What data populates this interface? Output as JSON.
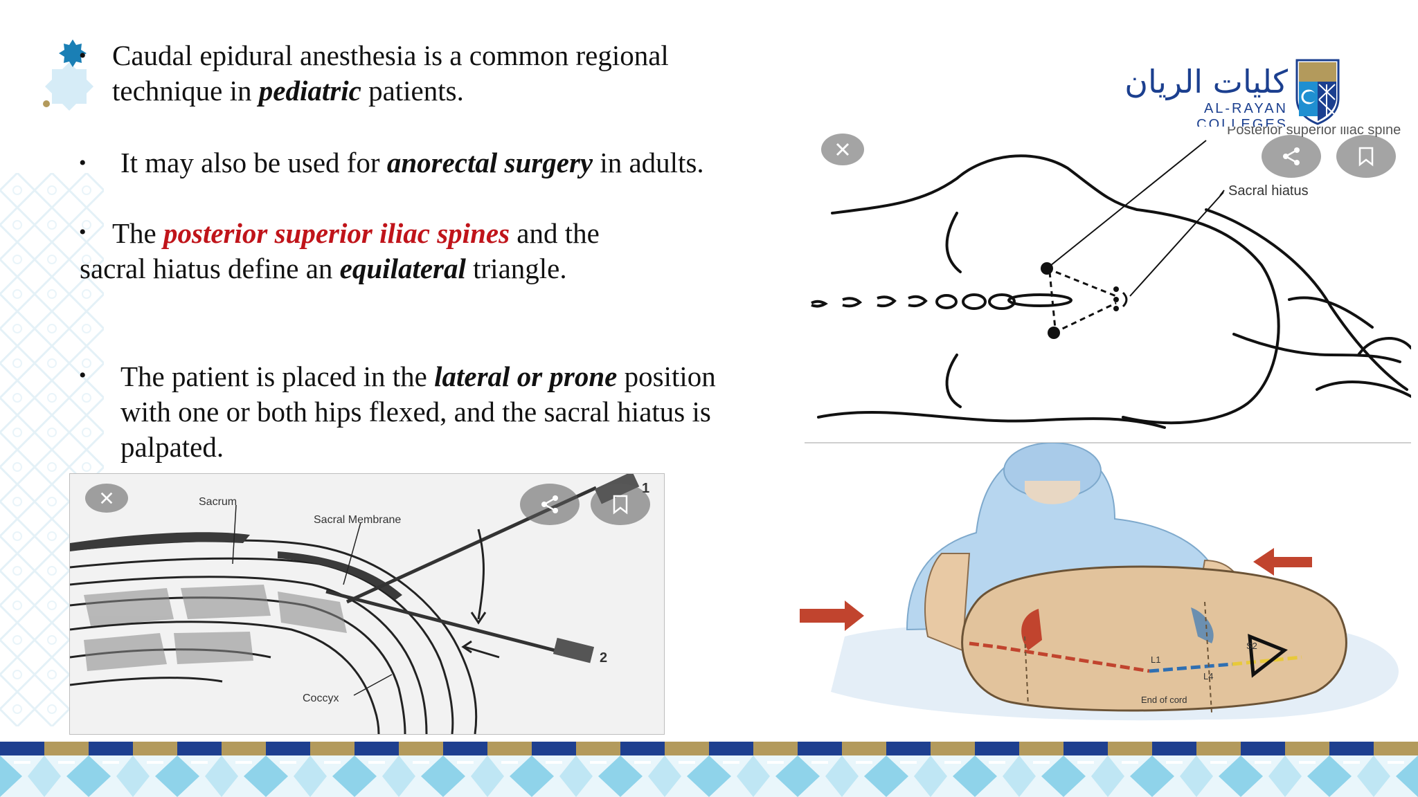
{
  "logo": {
    "arabic": "كليات الريان",
    "english": "AL-RAYAN COLLEGES"
  },
  "bullets": [
    {
      "line1": "Caudal epidural anesthesia is a common regional",
      "line2_pre": "technique in ",
      "line2_em": "pediatric",
      "line2_post": " patients."
    },
    {
      "pre": "It may also be used for ",
      "em": "anorectal surgery",
      "post": " in adults."
    },
    {
      "pre": "The ",
      "em_red": "posterior superior iliac spines",
      "mid": " and the",
      "line2_pre": "sacral hiatus define an ",
      "line2_em": "equilateral",
      "line2_post": " triangle."
    },
    {
      "pre": "The patient is placed in the ",
      "em": "lateral or prone",
      "post": " position",
      "line2": "with one or both hips flexed, and the sacral hiatus is",
      "line3": "palpated."
    }
  ],
  "figure_top": {
    "label_psis": "Posterior superior iliac spine",
    "label_hiatus": "Sacral hiatus"
  },
  "figure_sagittal": {
    "label_sacrum": "Sacrum",
    "label_membrane": "Sacral Membrane",
    "label_coccyx": "Coccyx",
    "needle_1": "1",
    "needle_2": "2"
  },
  "figure_patient": {
    "label_l1": "L1",
    "label_l4": "L4",
    "label_s2": "S2",
    "label_end": "End of cord"
  },
  "icons": [
    "close-icon",
    "share-icon",
    "bookmark-icon"
  ],
  "colors": {
    "accent_red": "#c0141a",
    "brand_blue": "#1b3f8f",
    "band_navy": "#1e3f8f",
    "band_gold": "#b39a5c",
    "band_teal": "#8fd3ea"
  }
}
